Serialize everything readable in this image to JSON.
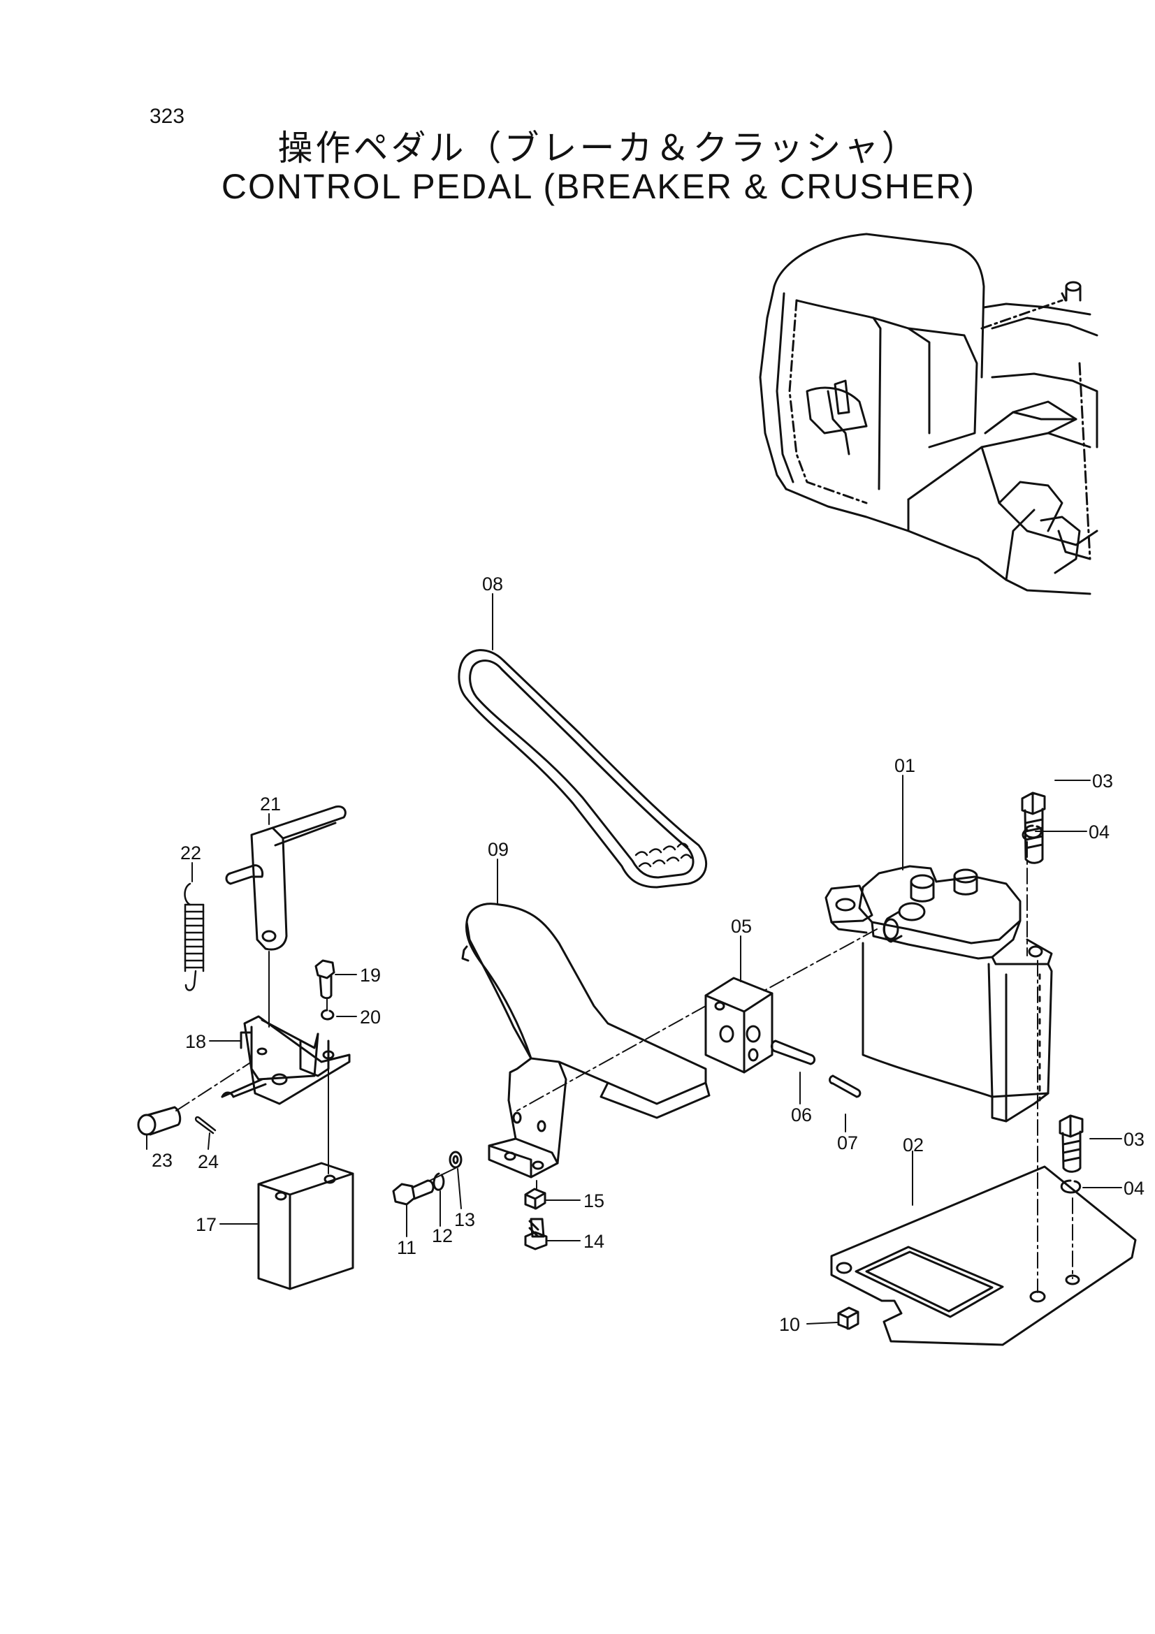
{
  "page_number": "323",
  "title_jp": "操作ペダル（ブレーカ＆クラッシャ）",
  "title_en": "CONTROL PEDAL (BREAKER & CRUSHER)",
  "callouts": {
    "p01": "01",
    "p02": "02",
    "p03a": "03",
    "p03b": "03",
    "p04a": "04",
    "p04b": "04",
    "p05": "05",
    "p06": "06",
    "p07": "07",
    "p08": "08",
    "p09": "09",
    "p10": "10",
    "p11": "11",
    "p12": "12",
    "p13": "13",
    "p14": "14",
    "p15": "15",
    "p17": "17",
    "p18": "18",
    "p19": "19",
    "p20": "20",
    "p21": "21",
    "p22": "22",
    "p23": "23",
    "p24": "24"
  }
}
